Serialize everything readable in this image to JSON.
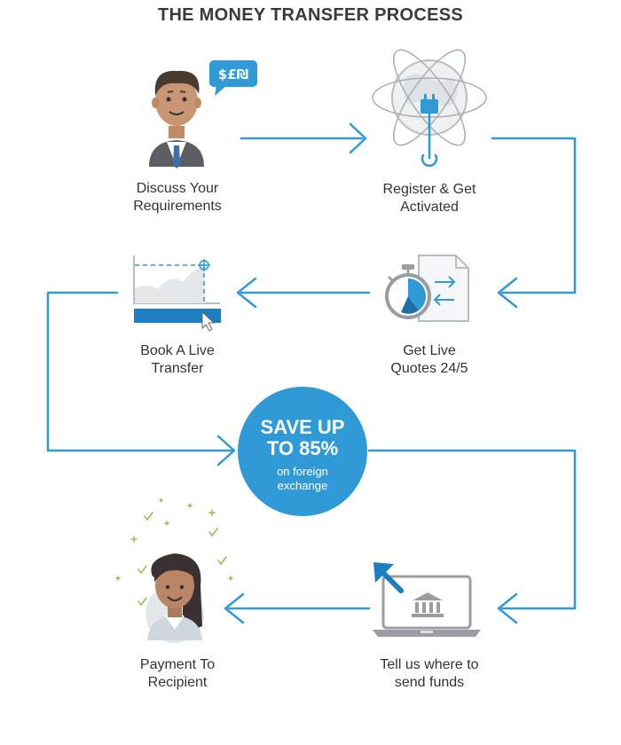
{
  "title": "THE MONEY TRANSFER PROCESS",
  "colors": {
    "accent": "#2f9ad6",
    "dark_blue": "#1d7fbf",
    "grey": "#9a9ea3",
    "light_grey": "#dfe2e5",
    "green": "#8bc34a"
  },
  "currency_bubble": "$£₪",
  "steps": [
    {
      "icon": "businessman-icon",
      "line1": "Discuss Your",
      "line2": "Requirements"
    },
    {
      "icon": "globe-power-icon",
      "line1": "Register & Get",
      "line2": "Activated"
    },
    {
      "icon": "stopwatch-quote-icon",
      "line1": "Get Live",
      "line2": "Quotes 24/5"
    },
    {
      "icon": "rate-chart-icon",
      "line1": "Book A Live",
      "line2": "Transfer"
    },
    {
      "icon": "laptop-bank-icon",
      "line1": "Tell us where to",
      "line2": "send funds"
    },
    {
      "icon": "happy-woman-icon",
      "line1": "Payment To",
      "line2": "Recipient"
    }
  ],
  "badge": {
    "line1": "SAVE UP",
    "line2": "TO 85%",
    "line3": "on foreign",
    "line4": "exchange"
  }
}
